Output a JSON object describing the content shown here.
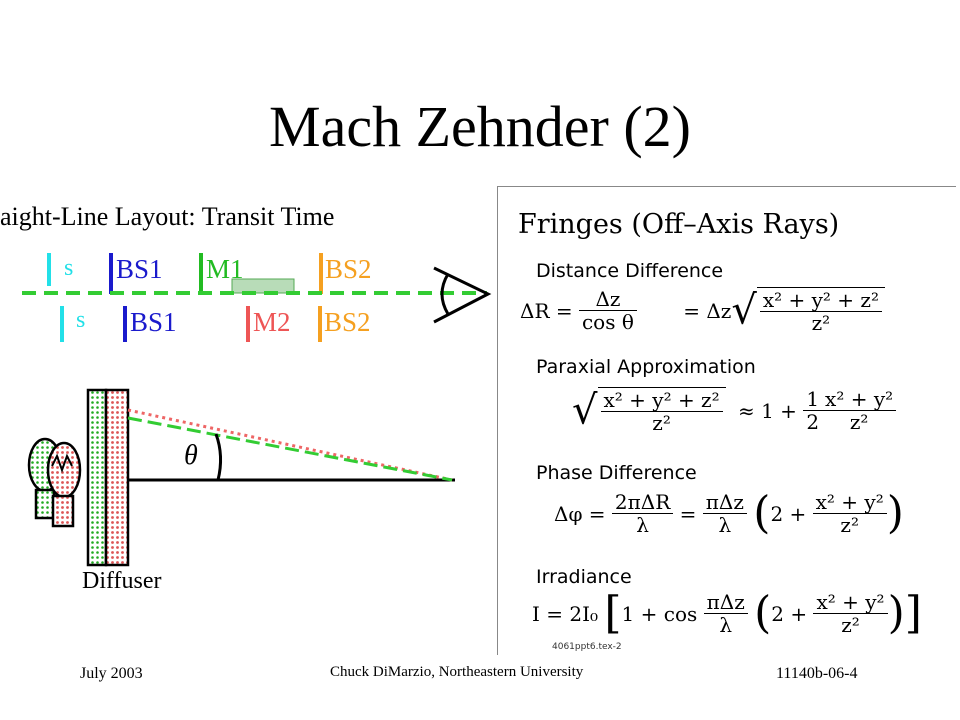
{
  "slide": {
    "title": "Mach Zehnder (2)",
    "subtitle": "aight-Line Layout: Transit Time",
    "footer": {
      "date": "July 2003",
      "author": "Chuck DiMarzio, Northeastern University",
      "code": "11140b-06-4"
    }
  },
  "layout_diagram": {
    "top_row": {
      "s": "s",
      "bs1": "BS1",
      "m": "M1",
      "bs2": "BS2"
    },
    "bottom_row": {
      "s": "s",
      "bs1": "BS1",
      "m": "M2",
      "bs2": "BS2"
    }
  },
  "ray_diagram": {
    "theta": "θ",
    "diffuser_label": "Diffuser"
  },
  "colors": {
    "cyan": "#22e0e8",
    "blue": "#1a1acc",
    "green": "#22bb22",
    "red": "#ee5555",
    "orange": "#f5a020",
    "dash_green": "#33cc33",
    "dot_red": "#ee6666"
  },
  "panel": {
    "title": "Fringes (Off–Axis Rays)",
    "sections": {
      "distance": "Distance Difference",
      "paraxial": "Paraxial Approximation",
      "phase": "Phase Difference",
      "irradiance": "Irradiance"
    },
    "eq": {
      "dr_lhs": "ΔR =",
      "dz": "Δz",
      "cos_theta": "cos θ",
      "eq_delta": "= Δz",
      "num_xyz": "x² + y² + z²",
      "den_z2": "z²",
      "approx_rhs": "≈ 1 +",
      "one": "1",
      "two": "2",
      "num_xy": "x² + y²",
      "dphi_lhs": "Δφ =",
      "two_pi_dr": "2πΔR",
      "lambda": "λ",
      "eq": "=",
      "pi_dz": "πΔz",
      "two_plus": "2 +",
      "i_lhs": "I = 2I₀",
      "one_plus_cos": "1 + cos"
    },
    "note": "4061ppt6.tex-2"
  }
}
